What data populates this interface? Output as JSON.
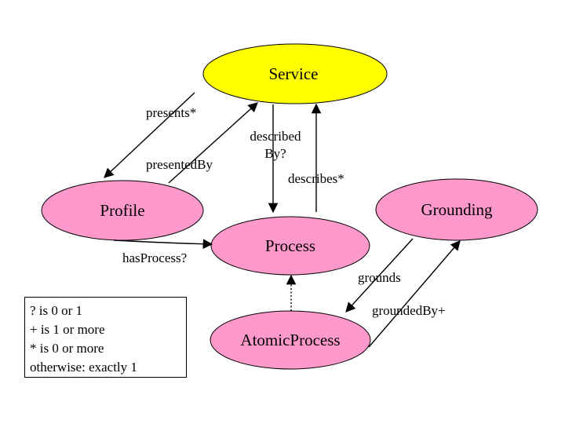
{
  "nodes": {
    "service": {
      "label": "Service",
      "fill": "#ffff00"
    },
    "profile": {
      "label": "Profile",
      "fill": "#ff99cc"
    },
    "process": {
      "label": "Process",
      "fill": "#ff99cc"
    },
    "grounding": {
      "label": "Grounding",
      "fill": "#ff99cc"
    },
    "atomic_process": {
      "label": "AtomicProcess",
      "fill": "#ff99cc"
    }
  },
  "edges": {
    "presents": "presents*",
    "presented_by": "presentedBy",
    "described_by_line1": "described",
    "described_by_line2": "By?",
    "describes": "describes*",
    "has_process": "hasProcess?",
    "grounds": "grounds",
    "grounded_by": "groundedBy+"
  },
  "legend": {
    "lines": [
      "? is 0 or 1",
      "+ is 1 or more",
      "* is 0 or more",
      "otherwise: exactly 1"
    ]
  }
}
